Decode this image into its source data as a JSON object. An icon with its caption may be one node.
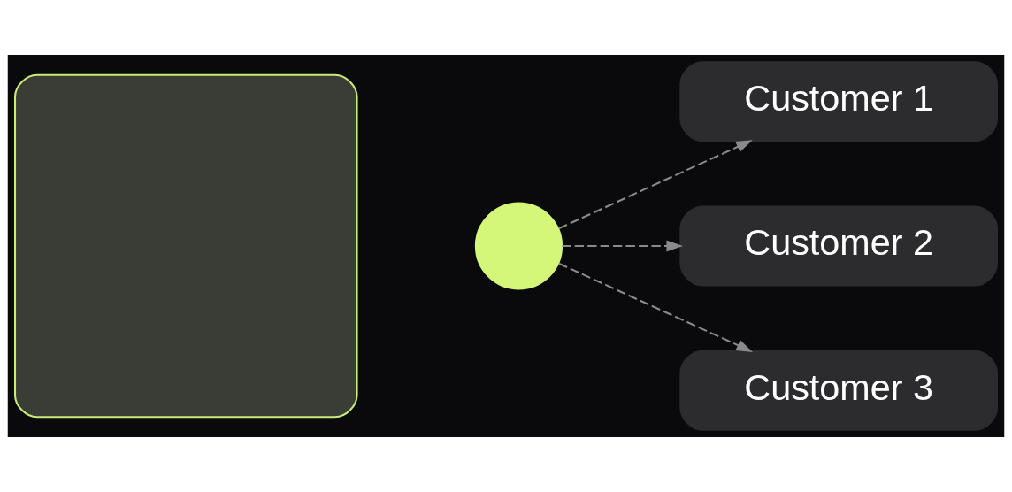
{
  "diagram": {
    "nodes": [
      {
        "text": [],
        "shape": "box"
      },
      {
        "text": [],
        "shape": "circle"
      },
      {
        "text": [
          "Customer 1"
        ]
      },
      {
        "text": [
          "Customer 2"
        ]
      },
      {
        "text": [
          "Customer 3"
        ]
      }
    ],
    "edges": [
      {
        "from": 1,
        "to": 2,
        "arrow": "to",
        "style": "dashed"
      },
      {
        "from": 1,
        "to": 3,
        "arrow": "to",
        "style": "dashed"
      },
      {
        "from": 1,
        "to": 4,
        "arrow": "to",
        "style": "dashed"
      }
    ]
  }
}
